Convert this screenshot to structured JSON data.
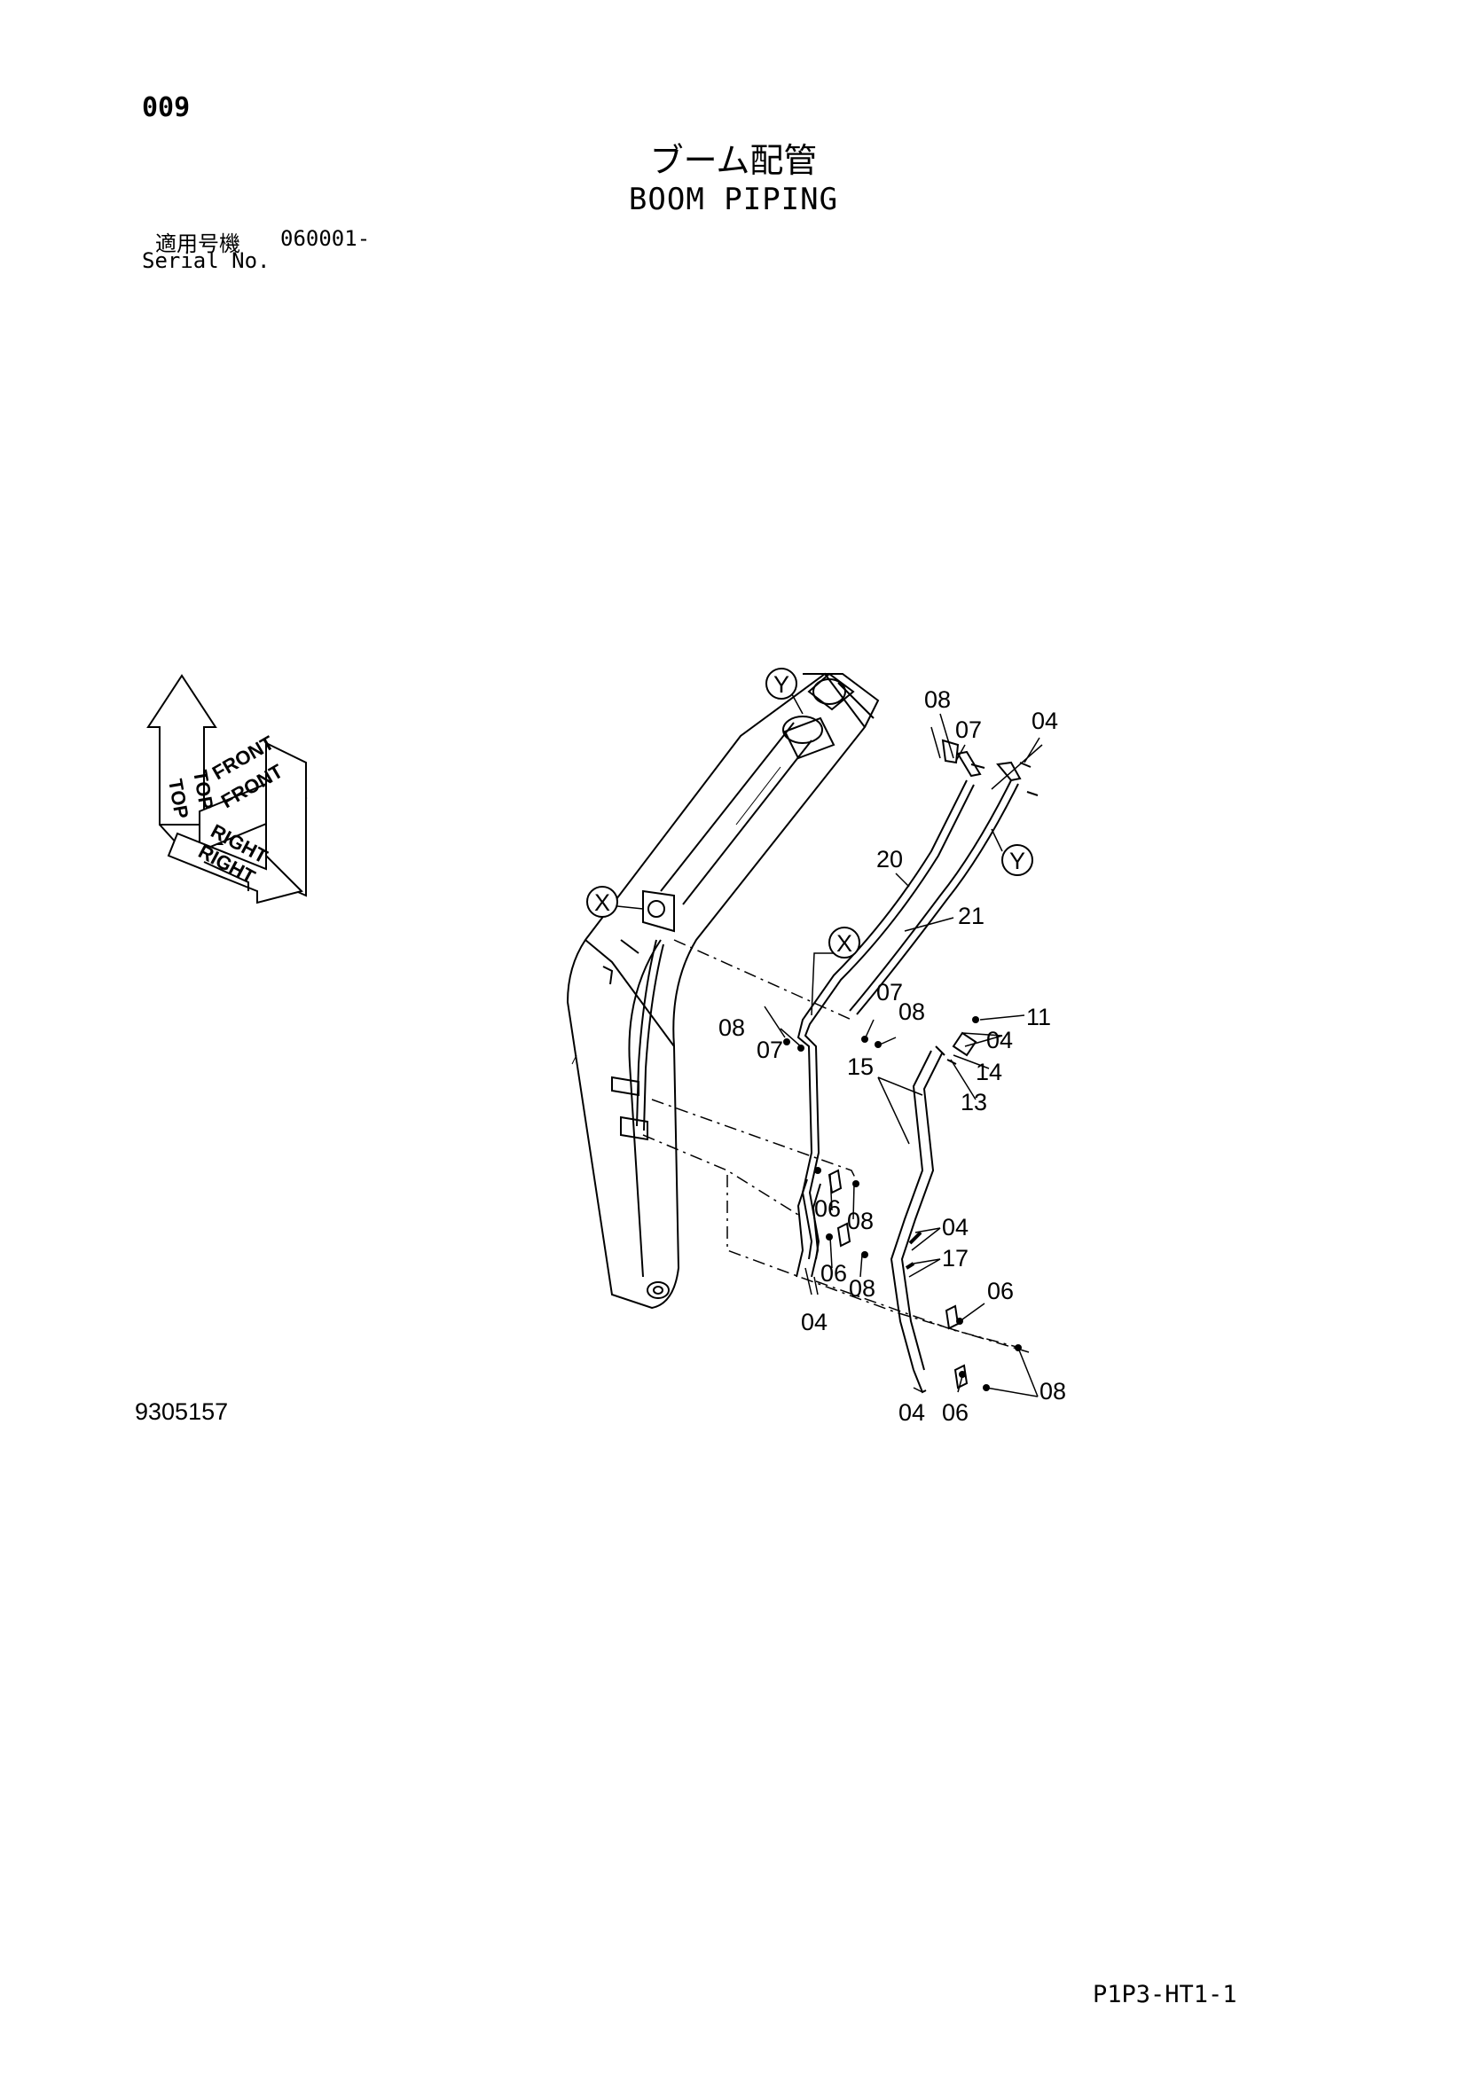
{
  "header": {
    "page_number": "009",
    "title_jp": "ブーム配管",
    "title_en": "BOOM PIPING",
    "serial_label_jp": "適用号機",
    "serial_value": "060001-",
    "serial_label_en": "Serial No."
  },
  "orientation": {
    "top": "TOP",
    "front": "FRONT",
    "right": "RIGHT"
  },
  "detail_markers": {
    "x": "X",
    "y": "Y"
  },
  "callouts": {
    "top_08": "08",
    "top_07": "07",
    "top_04": "04",
    "p20": "20",
    "p21": "21",
    "mid_08_left": "08",
    "mid_07_left": "07",
    "mid_07_right": "07",
    "mid_08_right": "08",
    "p11": "11",
    "r_04": "04",
    "p14": "14",
    "p13": "13",
    "p15": "15",
    "lo_06a": "06",
    "lo_08a": "08",
    "lo_06b": "06",
    "lo_08b": "08",
    "lo_04": "04",
    "rr_04": "04",
    "p17": "17",
    "rr_06": "06",
    "rr_08": "08",
    "bot_04": "04",
    "bot_06": "06"
  },
  "footer": {
    "drawing_number": "9305157",
    "sheet_code": "P1P3-HT1-1"
  }
}
